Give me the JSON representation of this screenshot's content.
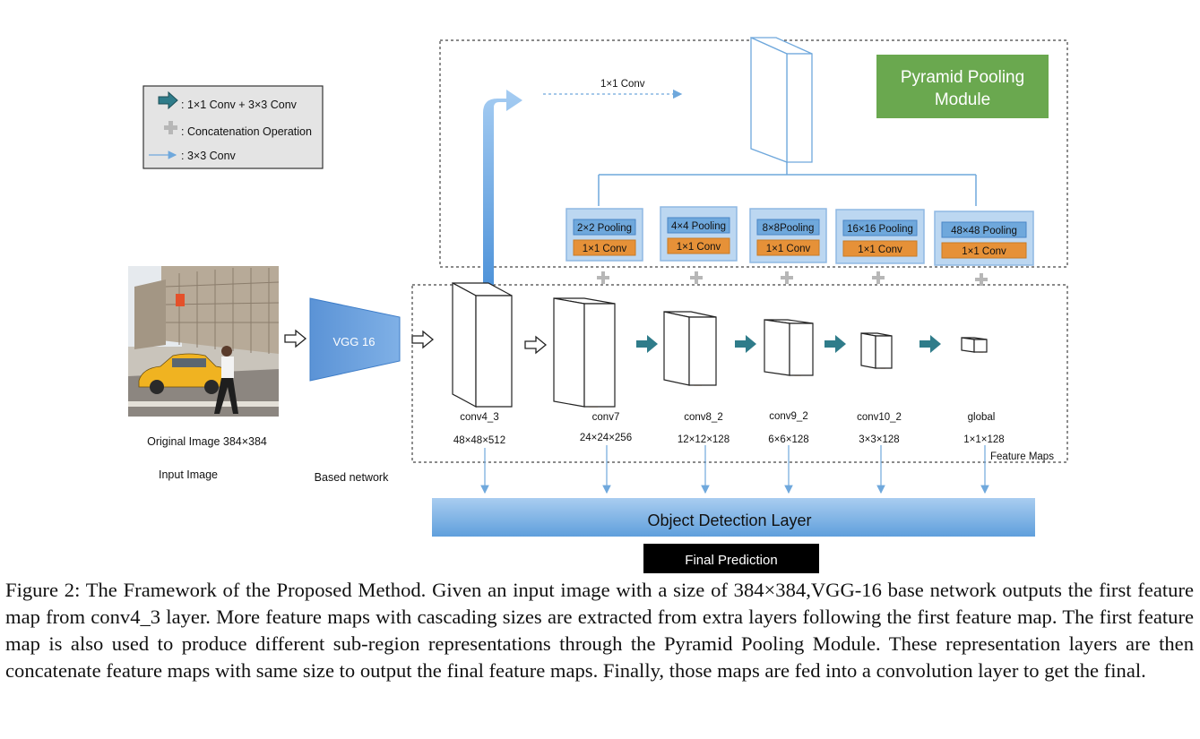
{
  "legend": {
    "items": [
      ": 1×1 Conv + 3×3 Conv",
      ": Concatenation Operation",
      ": 3×3 Conv"
    ]
  },
  "ppm": {
    "title_line1": "Pyramid Pooling",
    "title_line2": "Module",
    "conv_label": "1×1 Conv",
    "branches": [
      {
        "pool": "2×2 Pooling",
        "conv": "1×1 Conv"
      },
      {
        "pool": "4×4  Pooling",
        "conv": "1×1 Conv"
      },
      {
        "pool": "8×8Pooling",
        "conv": "1×1 Conv"
      },
      {
        "pool": "16×16 Pooling",
        "conv": "1×1 Conv"
      },
      {
        "pool": "48×48 Pooling",
        "conv": "1×1 Conv"
      }
    ]
  },
  "input": {
    "caption1": "Original Image 384×384",
    "caption2": "Input Image"
  },
  "base": {
    "label": "VGG 16",
    "caption": "Based network"
  },
  "feature_maps": {
    "label": "Feature Maps",
    "layers": [
      {
        "name": "conv4_3",
        "size": "48×48×512"
      },
      {
        "name": "conv7",
        "size": "24×24×256"
      },
      {
        "name": "conv8_2",
        "size": "12×12×128"
      },
      {
        "name": "conv9_2",
        "size": "6×6×128"
      },
      {
        "name": "conv10_2",
        "size": "3×3×128"
      },
      {
        "name": "global",
        "size": "1×1×128"
      }
    ]
  },
  "detection_layer": "Object Detection Layer",
  "final_prediction": "Final Prediction",
  "caption": "Figure 2: The Framework of the Proposed Method. Given an input image with a size of 384×384,VGG-16 base network outputs the first feature map from conv4_3 layer. More feature maps with cascading sizes are extracted from extra layers following the first feature map. The first feature map is also used to produce different sub-region representations through the Pyramid Pooling Module. These representation layers are then concatenate feature maps with same size to output the final feature maps. Finally, those maps are fed into a convolution layer to get the final.",
  "colors": {
    "ppm_green": "#6aa84f",
    "pool_blue": "#6fa8dc",
    "conv_orange": "#e69138",
    "teal_arrow": "#2f7c8a",
    "det_blue": "#6fa8dc"
  }
}
